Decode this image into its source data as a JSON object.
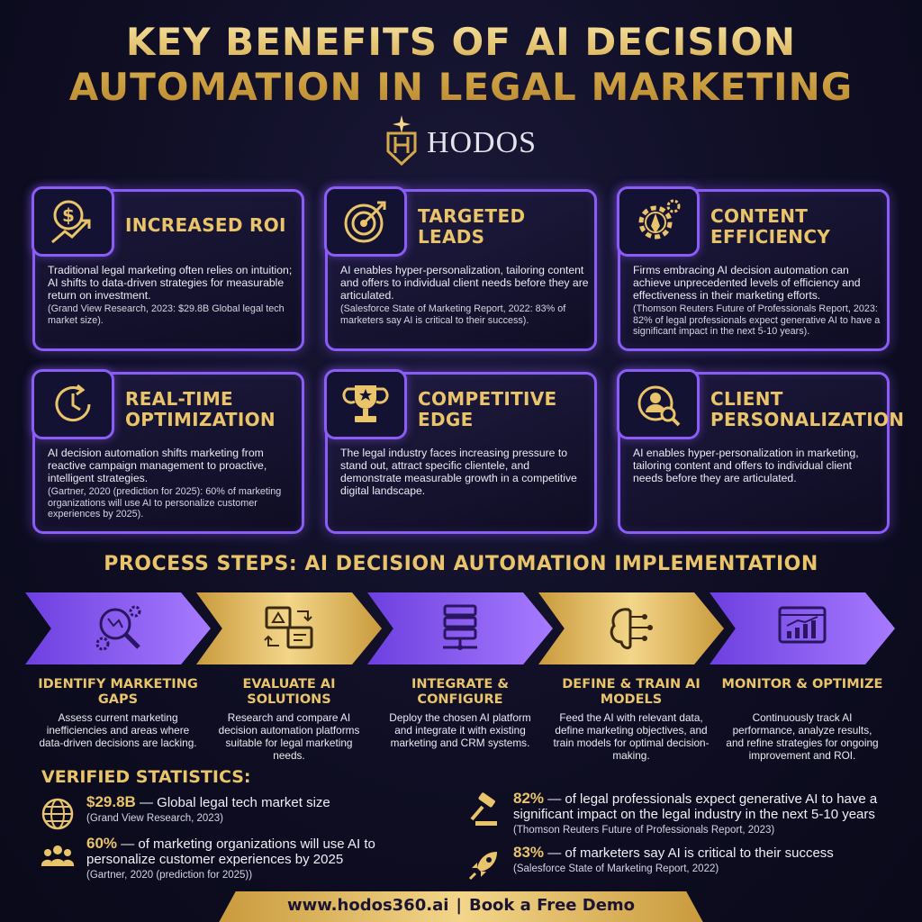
{
  "header": {
    "title_line1": "KEY BENEFITS OF AI DECISION",
    "title_line2": "AUTOMATION IN LEGAL MARKETING",
    "logo_text": "HODOS"
  },
  "cards": [
    {
      "title": "INCREASED ROI",
      "icon": "dollar-growth-icon",
      "body": "Traditional legal marketing often relies on intuition; AI shifts to data-driven strategies for measurable return on investment.",
      "source": "(Grand View Research, 2023: $29.8B Global legal tech market size)."
    },
    {
      "title": "TARGETED LEADS",
      "icon": "target-icon",
      "body": "AI enables hyper-personalization, tailoring content and offers to individual client needs before they are articulated.",
      "source": "(Salesforce State of Marketing Report, 2022: 83% of marketers say AI is critical to their success)."
    },
    {
      "title": "CONTENT EFFICIENCY",
      "icon": "gear-pen-icon",
      "body": "Firms embracing AI decision automation can achieve unprecedented levels of efficiency and effectiveness in their marketing efforts.",
      "source": "(Thomson Reuters Future of Professionals Report, 2023: 82% of legal professionals expect generative AI to have a significant impact in the next 5-10 years)."
    },
    {
      "title": "REAL-TIME OPTIMIZATION",
      "icon": "clock-icon",
      "body": "AI decision automation shifts marketing from reactive campaign management to proactive, intelligent strategies.",
      "source": "(Gartner, 2020 (prediction for 2025): 60% of marketing organizations will use AI to personalize customer experiences by 2025)."
    },
    {
      "title": "COMPETITIVE EDGE",
      "icon": "trophy-icon",
      "body": "The legal industry faces increasing pressure to stand out, attract specific clientele, and demonstrate measurable growth in a competitive digital landscape.",
      "source": ""
    },
    {
      "title": "CLIENT PERSONALIZATION",
      "icon": "user-search-icon",
      "body": "AI enables hyper-personalization in marketing, tailoring content and offers to individual client needs before they are articulated.",
      "source": ""
    }
  ],
  "process": {
    "title": "PROCESS STEPS: AI DECISION AUTOMATION IMPLEMENTATION",
    "steps": [
      {
        "title": "IDENTIFY MARKETING GAPS",
        "icon": "magnify-gear-icon",
        "desc": "Assess current marketing inefficiencies and areas where data-driven decisions are lacking."
      },
      {
        "title": "EVALUATE AI SOLUTIONS",
        "icon": "compare-windows-icon",
        "desc": "Research and compare AI decision automation platforms suitable for legal marketing needs."
      },
      {
        "title": "INTEGRATE & CONFIGURE",
        "icon": "server-icon",
        "desc": "Deploy the chosen AI platform and integrate it with existing marketing and CRM systems."
      },
      {
        "title": "DEFINE & TRAIN AI MODELS",
        "icon": "brain-circuit-icon",
        "desc": "Feed the AI with relevant data, define marketing objectives, and train models for optimal decision-making."
      },
      {
        "title": "MONITOR & OPTIMIZE",
        "icon": "chart-monitor-icon",
        "desc": "Continuously track AI performance, analyze results, and refine strategies for ongoing improvement and ROI."
      }
    ]
  },
  "stats": {
    "title": "VERIFIED STATISTICS:",
    "items": [
      {
        "value": "$29.8B",
        "text": " — Global legal tech market size",
        "source": "(Grand View Research, 2023)",
        "icon": "globe-icon"
      },
      {
        "value": "60%",
        "text": " — of marketing organizations will use AI to personalize customer experiences by 2025",
        "source": "(Gartner, 2020 (prediction for 2025))",
        "icon": "people-icon"
      },
      {
        "value": "82%",
        "text": " — of legal professionals expect generative AI to have a significant impact on the legal industry in the next 5-10 years",
        "source": "(Thomson Reuters Future of Professionals Report, 2023)",
        "icon": "gavel-icon"
      },
      {
        "value": "83%",
        "text": " — of marketers say AI is critical to their success",
        "source": "(Salesforce State of Marketing Report, 2022)",
        "icon": "rocket-icon"
      }
    ]
  },
  "footer": {
    "url": "www.hodos360.ai",
    "separator": "|",
    "cta": "Book a Free Demo"
  },
  "colors": {
    "gold": "#e9c46a",
    "purple": "#8b5cf6",
    "background": "#0e0d22"
  }
}
